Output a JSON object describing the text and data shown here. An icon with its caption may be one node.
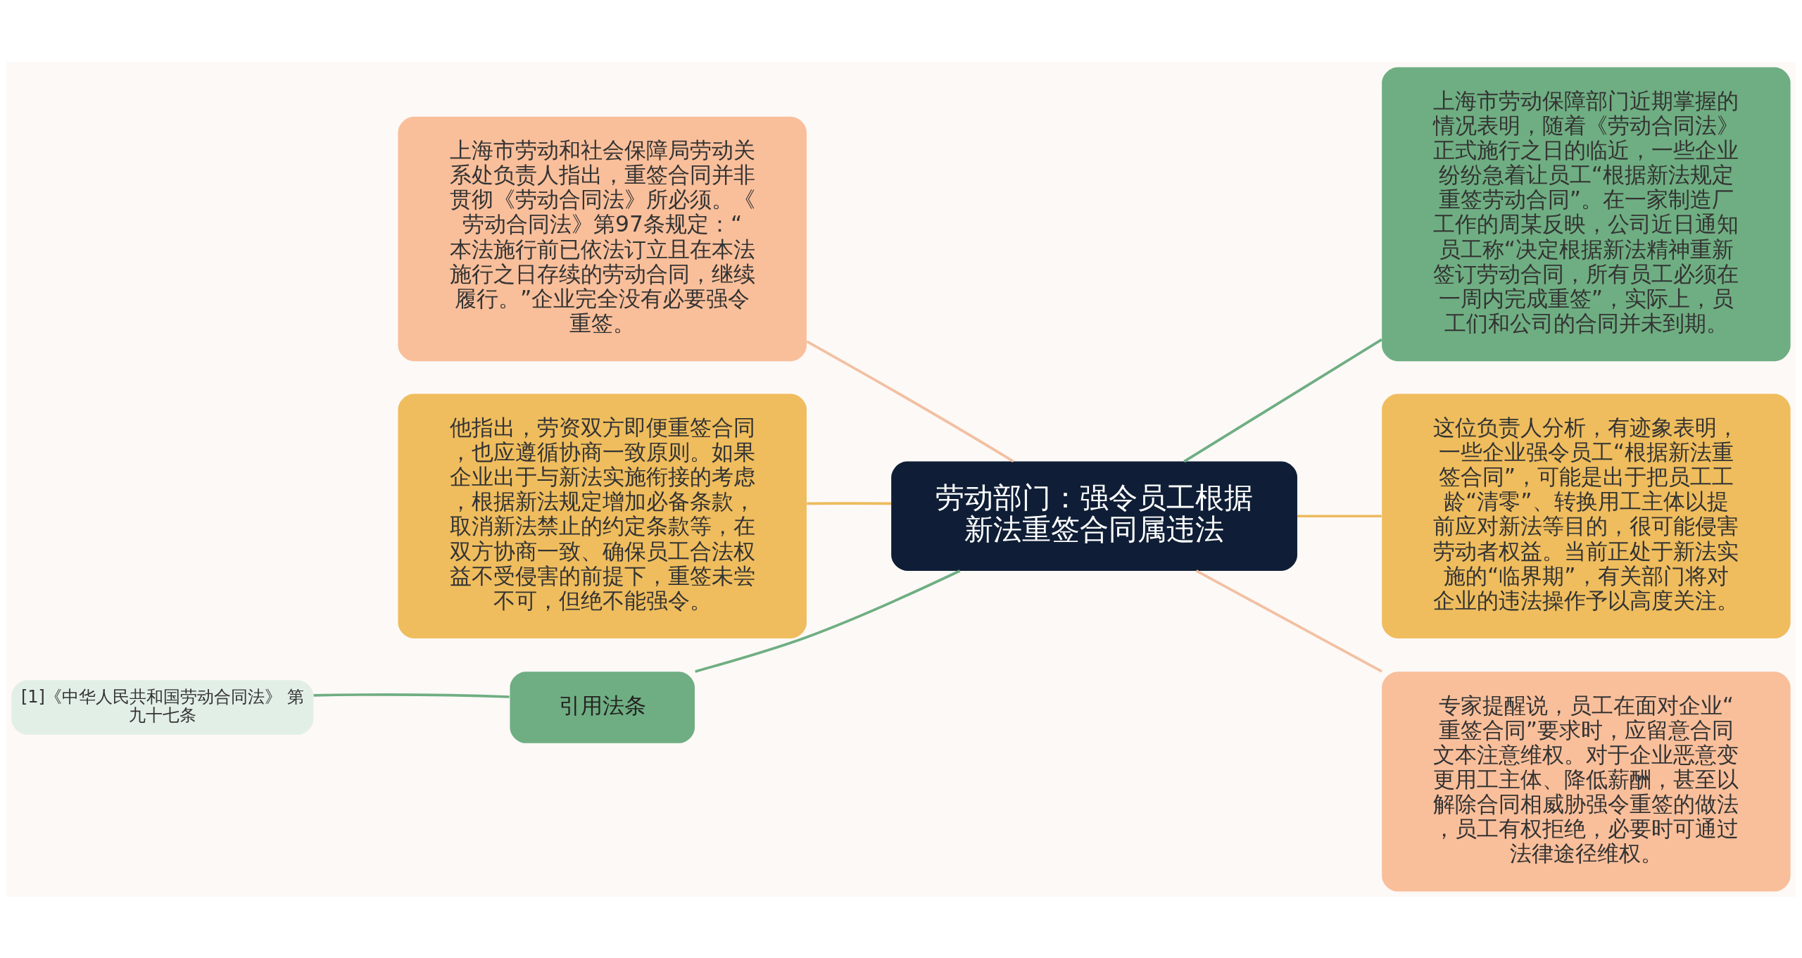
{
  "diagram": {
    "nodes": [
      {
        "text": [
          "劳动部门：强令员工根据新法重签合同属违法"
        ]
      },
      {
        "text": [
          "上海市劳动和社会保障局劳动关系处负责人指出，重签合同并非贯彻《劳动合同法》所必须。《劳动合同法》第97条规定：“本法施行前已依法订立且在本法施行之日存续的劳动合同，继续履行。”企业完全没有必要强令重签。"
        ]
      },
      {
        "text": [
          "他指出，劳资双方即便重签合同，也应遵循协商一致原则。如果企业出于与新法实施衔接的考虑，根据新法规定增加必备条款，取消新法禁止的约定条款等，在双方协商一致、确保员工合法权益不受侵害的前提下，重签未尝不可，但绝不能强令。"
        ]
      },
      {
        "text": [
          "引用法条"
        ]
      },
      {
        "text": [
          "[1]《中华人民共和国劳动合同法》 第九十七条"
        ]
      },
      {
        "text": [
          "上海市劳动保障部门近期掌握的情况表明，随着《劳动合同法》正式施行之日的临近，一些企业纷纷急着让员工“根据新法规定重签劳动合同”。在一家制造厂工作的周某反映，公司近日通知员工称“决定根据新法精神重新签订劳动合同，所有员工必须在一周内完成重签”，实际上，员工们和公司的合同并未到期。"
        ]
      },
      {
        "text": [
          "这位负责人分析，有迹象表明，一些企业强令员工“根据新法重签合同”，可能是出于把员工工龄“清零”、转换用工主体以提前应对新法等目的，很可能侵害劳动者权益。当前正处于新法实施的“临界期”，有关部门将对企业的违法操作予以高度关注。"
        ]
      },
      {
        "text": [
          "专家提醒说，员工在面对企业“重签合同”要求时，应留意合同文本注意维权。对于企业恶意变更用工主体、降低薪酬，甚至以解除合同相威胁强令重签的做法，员工有权拒绝，必要时可通过法律途径维权。"
        ]
      }
    ],
    "edges": [
      {
        "from": 0,
        "to": 1,
        "arrow": "none",
        "color": "#f2c0a2"
      },
      {
        "from": 0,
        "to": 2,
        "arrow": "none",
        "color": "#ecbb5e"
      },
      {
        "from": 0,
        "to": 3,
        "arrow": "none",
        "color": "#6fae82"
      },
      {
        "from": 3,
        "to": 4,
        "arrow": "none",
        "color": "#6fae82"
      },
      {
        "from": 0,
        "to": 5,
        "arrow": "none",
        "color": "#6fae82"
      },
      {
        "from": 0,
        "to": 6,
        "arrow": "none",
        "color": "#ecbb5e"
      },
      {
        "from": 0,
        "to": 7,
        "arrow": "none",
        "color": "#f2c0a2"
      }
    ]
  }
}
